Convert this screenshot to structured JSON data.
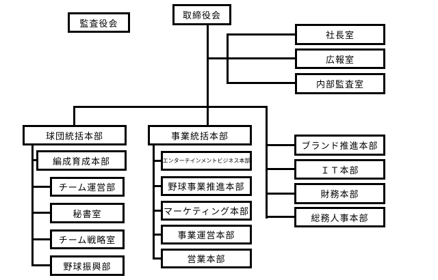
{
  "colors": {
    "background": "#ffffff",
    "box_border": "#000000",
    "connector": "#000000",
    "text": "#000000"
  },
  "org": {
    "type": "org-tree",
    "audit_committee": {
      "label": "監査役会"
    },
    "board": {
      "label": "取締役会"
    },
    "direct_offices": [
      {
        "label": "社長室"
      },
      {
        "label": "広報室"
      },
      {
        "label": "内部監査室"
      }
    ],
    "divisions": [
      {
        "label": "球団統括本部",
        "children": [
          {
            "label": "編成育成本部"
          },
          {
            "label": "チーム運営部"
          },
          {
            "label": "秘書室"
          },
          {
            "label": "チーム戦略室"
          },
          {
            "label": "野球振興部"
          }
        ]
      },
      {
        "label": "事業統括本部",
        "children": [
          {
            "label": "エンターテインメントビジネス本部"
          },
          {
            "label": "野球事業推進本部"
          },
          {
            "label": "マーケティング本部"
          },
          {
            "label": "事業運営本部"
          },
          {
            "label": "営業本部"
          }
        ]
      }
    ],
    "corporate_divisions": [
      {
        "label": "ブランド推進本部"
      },
      {
        "label": "ＩＴ本部"
      },
      {
        "label": "財務本部"
      },
      {
        "label": "総務人事本部"
      }
    ]
  }
}
